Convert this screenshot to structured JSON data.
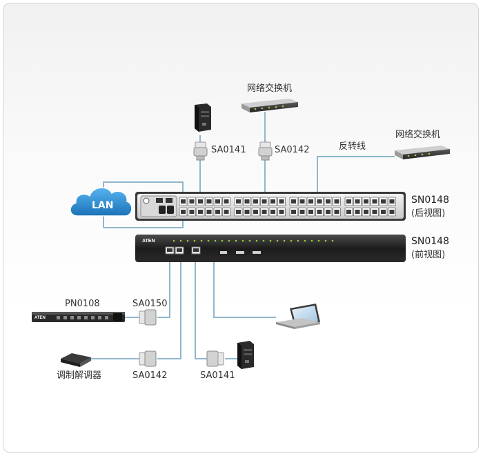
{
  "diagram": {
    "lan_label": "LAN",
    "switch_top_label": "网络交换机",
    "switch_right_label": "网络交换机",
    "rollover_label": "反转线",
    "sn_rear_model": "SN0148",
    "sn_rear_view": "(后视图)",
    "sn_front_model": "SN0148",
    "sn_front_view": "(前视图)",
    "front_brand": "ATEN",
    "pdu_brand": "ATEN",
    "adapter_sa0141_top": "SA0141",
    "adapter_sa0142_top": "SA0142",
    "pdu_label": "PN0108",
    "adapter_sa0150": "SA0150",
    "modem_label": "调制解调器",
    "adapter_sa0142_bottom": "SA0142",
    "adapter_sa0141_bottom": "SA0141"
  },
  "colors": {
    "cable": "#8fb7cc",
    "device_dark": "#1e1e1e",
    "cloud": "#2a8fd6",
    "status_led": "#9ccc3a"
  }
}
